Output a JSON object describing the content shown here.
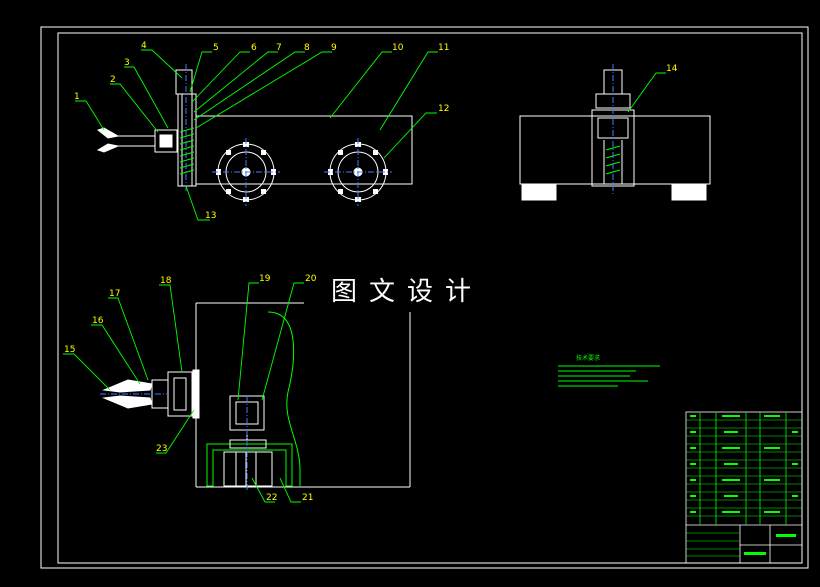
{
  "watermark": "图文设计",
  "callouts": [
    "1",
    "2",
    "3",
    "4",
    "5",
    "6",
    "7",
    "8",
    "9",
    "10",
    "11",
    "12",
    "13",
    "14",
    "15",
    "16",
    "17",
    "18",
    "19",
    "20",
    "21",
    "22",
    "23"
  ],
  "tech_requirements": {
    "title": "技术要求"
  },
  "colors": {
    "background": "#000000",
    "frame": "#ffffff",
    "leader": "#00ff00",
    "callout": "#ffff00",
    "centerline": "#3b7bff",
    "part_fill": "#ffffff"
  }
}
